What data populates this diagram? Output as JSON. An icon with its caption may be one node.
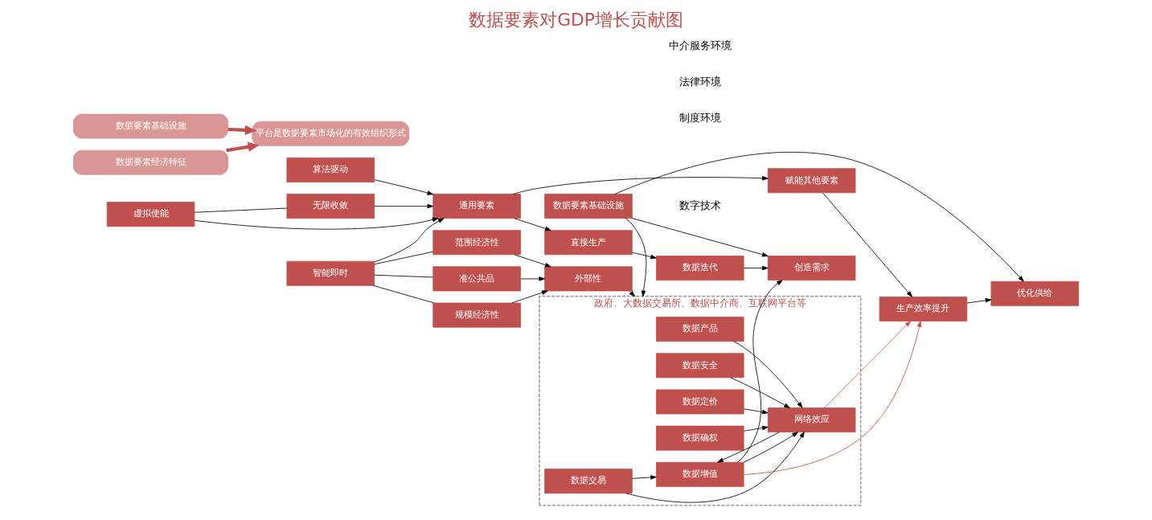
{
  "diagram": {
    "title": "数据要素对GDP增长贡献图",
    "nodes": [
      {
        "text": [
          "虚拟使能"
        ]
      },
      {
        "text": [
          "无限收敛"
        ]
      },
      {
        "text": [
          "智能即时"
        ]
      },
      {
        "text": [
          "通用要素"
        ]
      },
      {
        "text": [
          "算法驱动"
        ]
      },
      {
        "text": [
          "准公共品"
        ]
      },
      {
        "text": [
          "规模经济性"
        ]
      },
      {
        "text": [
          "范围经济性"
        ]
      },
      {
        "text": [
          "外部性"
        ]
      },
      {
        "text": [
          "赋能其他要素"
        ]
      },
      {
        "text": [
          "直接生产"
        ]
      },
      {
        "text": [
          "生产效率提升"
        ]
      },
      {
        "text": [
          "优化供给"
        ]
      },
      {
        "text": [
          "数据迭代"
        ]
      },
      {
        "text": [
          "创造需求"
        ]
      },
      {
        "text": [
          "政府、大数据交易所、数据中介商、互联网平台等"
        ]
      },
      {
        "text": [
          "数据交易"
        ],
        "in": 15
      },
      {
        "text": [
          "数据定价"
        ],
        "in": 15
      },
      {
        "text": [
          "数据确权"
        ],
        "in": 15
      },
      {
        "text": [
          "数据安全"
        ],
        "in": 15
      },
      {
        "text": [
          "数据产品"
        ],
        "in": 15
      },
      {
        "text": [
          "数据增值"
        ],
        "in": 15
      },
      {
        "text": [
          "网络效应"
        ],
        "in": 15
      },
      {
        "text": [
          "数据要素基础设施"
        ]
      },
      {
        "text": [
          "数据要素经济特征"
        ]
      },
      {
        "text": [
          "平台是数据要素市场化的有效组织形式"
        ]
      },
      {
        "text": [
          "数据要素基础设施"
        ]
      }
    ],
    "edges": [
      {
        "from": 0,
        "to": 1,
        "arrow": "none"
      },
      {
        "from": 2,
        "to": 5,
        "arrow": "none"
      },
      {
        "from": 2,
        "to": 6,
        "arrow": "none"
      },
      {
        "from": 2,
        "to": 7,
        "arrow": "none"
      },
      {
        "from": 0,
        "to": 3,
        "arrow": "to"
      },
      {
        "from": 1,
        "to": 3,
        "arrow": "to"
      },
      {
        "from": 2,
        "to": 3,
        "arrow": "to"
      },
      {
        "from": 4,
        "to": 3,
        "arrow": "to"
      },
      {
        "from": 5,
        "to": 8,
        "arrow": "to"
      },
      {
        "from": 6,
        "to": 8,
        "arrow": "to"
      },
      {
        "from": 7,
        "to": 8,
        "arrow": "to"
      },
      {
        "from": 3,
        "to": 9,
        "arrow": "to"
      },
      {
        "from": 3,
        "to": 10,
        "arrow": "to"
      },
      {
        "from": 8,
        "to": 15,
        "arrow": "to"
      },
      {
        "from": 9,
        "to": 11,
        "arrow": "to"
      },
      {
        "from": 11,
        "to": 12,
        "arrow": "to"
      },
      {
        "from": 10,
        "to": 13,
        "arrow": "to"
      },
      {
        "from": 13,
        "to": 14,
        "arrow": "to"
      },
      {
        "from": 16,
        "to": 21,
        "arrow": "to"
      },
      {
        "from": 16,
        "to": 22,
        "arrow": "to"
      },
      {
        "from": 17,
        "to": 22,
        "arrow": "to"
      },
      {
        "from": 18,
        "to": 22,
        "arrow": "to"
      },
      {
        "from": 19,
        "to": 22,
        "arrow": "to"
      },
      {
        "from": 20,
        "to": 22,
        "arrow": "to"
      },
      {
        "from": 21,
        "to": 22,
        "arrow": "to"
      },
      {
        "from": 22,
        "to": 21,
        "arrow": "to"
      },
      {
        "from": 21,
        "to": 14,
        "arrow": "to"
      },
      {
        "from": 21,
        "to": 11,
        "arrow": "to",
        "color": "#c0504d"
      },
      {
        "from": 22,
        "to": 11,
        "arrow": "to",
        "color": "#c0504d"
      },
      {
        "from": 23,
        "to": 12,
        "arrow": "to"
      },
      {
        "from": 23,
        "to": 14,
        "arrow": "to"
      },
      {
        "from": 23,
        "to": 15,
        "arrow": "to"
      },
      {
        "from": 24,
        "to": 25,
        "arrow": "to",
        "style": "thick",
        "color": "#c0504d"
      },
      {
        "from": 26,
        "to": 25,
        "arrow": "to",
        "style": "thick",
        "color": "#c0504d"
      }
    ],
    "labels": [
      "数字技术",
      "制度环境",
      "法律环境",
      "中介服务环境"
    ]
  }
}
